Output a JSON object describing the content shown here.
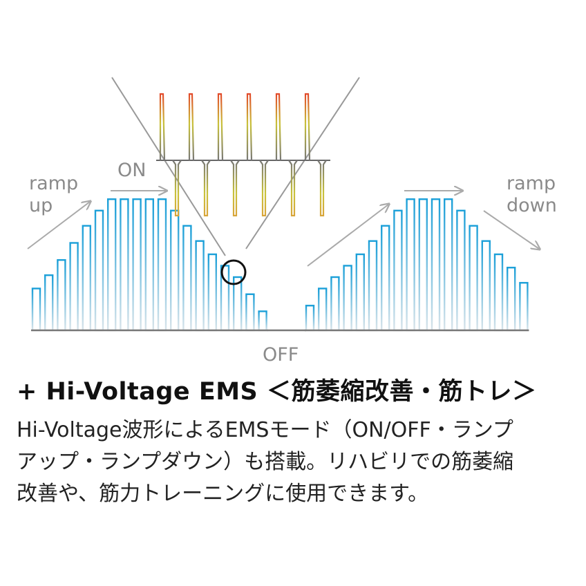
{
  "labels": {
    "ramp_up": [
      "ramp",
      "up"
    ],
    "on": "ON",
    "off": "OFF",
    "ramp_down": [
      "ramp",
      "down"
    ]
  },
  "text": {
    "title": "+ Hi-Voltage EMS ＜筋萎縮改善・筋トレ＞",
    "desc_lines": [
      "Hi-Voltage波形によるEMSモード（ON/OFF・ランプ",
      "アップ・ランプダウン）も搭載。リハビリでの筋萎縮",
      "改善や、筋力トレーニングに使用できます。"
    ]
  },
  "waveform": {
    "left_levels": [
      0.22,
      0.29,
      0.37,
      0.46,
      0.55,
      0.63,
      0.69,
      0.69,
      0.69,
      0.69,
      0.69,
      0.63,
      0.55,
      0.47,
      0.4,
      0.34,
      0.28,
      0.19,
      0.1
    ],
    "right_levels": [
      0.13,
      0.22,
      0.28,
      0.34,
      0.4,
      0.47,
      0.55,
      0.63,
      0.69,
      0.69,
      0.69,
      0.69,
      0.63,
      0.55,
      0.47,
      0.4,
      0.33,
      0.25
    ],
    "zoom_pulse_count": 6,
    "colors": {
      "pulse_high": "#1a9fd8",
      "pulse_low": "#c8d4da",
      "baseline": "#777777",
      "arrow": "#aaaaaa",
      "zoom_lines": "#999999",
      "spike_top": "#e24a2a",
      "spike_mid": "#c9c23a",
      "circle": "#111111"
    }
  }
}
